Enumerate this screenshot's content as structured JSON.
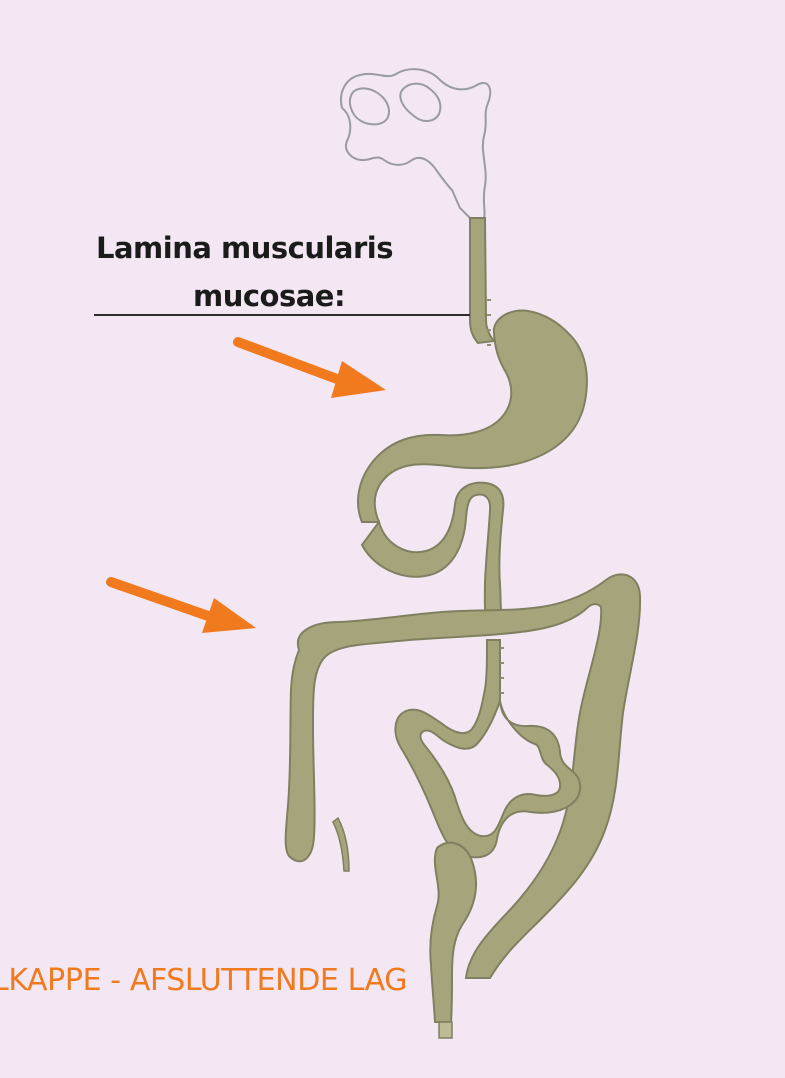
{
  "label": {
    "line1": "Lamina muscularis",
    "line2": "mucosae:"
  },
  "caption": {
    "text": "LKAPPE - AFSLUTTENDE LAG"
  },
  "colors": {
    "background": "#f3e7f3",
    "tract_fill": "#a6a47a",
    "tract_stroke": "#7f8060",
    "arrow": "#f07a1d",
    "text": "#1b1b1b"
  },
  "icons": {
    "arrow_1": "orange-arrow-icon",
    "arrow_2": "orange-arrow-icon"
  }
}
